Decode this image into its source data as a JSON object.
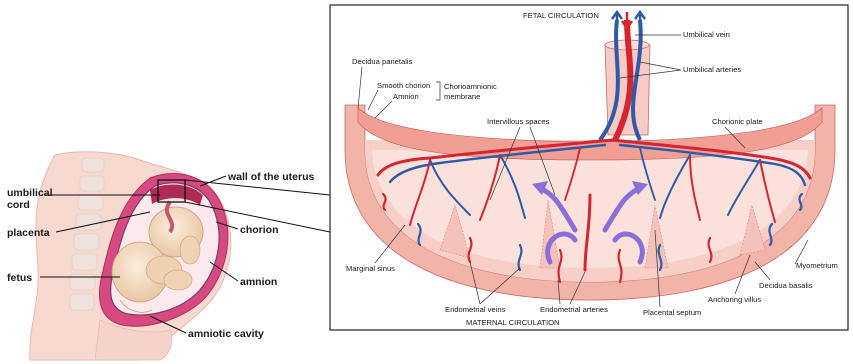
{
  "left_figure": {
    "labels": {
      "umbilical_cord_1": "umbilical",
      "umbilical_cord_2": "cord",
      "placenta": "placenta",
      "fetus": "fetus",
      "wall_of_uterus": "wall of the uterus",
      "chorion": "chorion",
      "amnion": "amnion",
      "amniotic_cavity": "amniotic cavity"
    }
  },
  "right_figure": {
    "labels": {
      "fetal_circulation": "FETAL CIRCULATION",
      "maternal_circulation": "MATERNAL CIRCULATION",
      "umbilical_vein": "Umbilical vein",
      "umbilical_arteries": "Umbilical arteries",
      "decidua_parietalis": "Decidua parietalis",
      "smooth_chorion": "Smooth chorion",
      "amnion": "Amnion",
      "chorioamnionic_1": "Chorioamnionic",
      "chorioamnionic_2": "membrane",
      "intervillous_spaces": "Intervillous spaces",
      "chorionic_plate": "Chorionic plate",
      "marginal_sinus": "Marginal sinus",
      "myometrium": "Myometrium",
      "decidua_basalis": "Decidua basalis",
      "anchoring_villus": "Anchoring villus",
      "placental_septum": "Placental septum",
      "endometrial_veins": "Endometrial veins",
      "endometrial_arteries": "Endometrial arteries"
    }
  },
  "colors": {
    "artery_red": "#d42630",
    "vein_blue": "#2f5aa8",
    "tissue_pink": "#f3b8b0",
    "tissue_light": "#fbe3dc",
    "skin": "#f6d7cf",
    "uterus_wall": "#d4447c",
    "fetus_skin": "#f1d9b8",
    "spine": "#efe6df"
  }
}
